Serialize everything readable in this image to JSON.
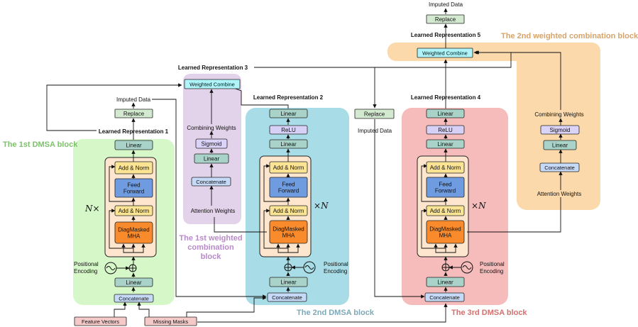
{
  "blocks": {
    "dmsa1": "The 1st DMSA block",
    "dmsa2": "The 2nd DMSA block",
    "dmsa3": "The 3rd DMSA block",
    "wc1_l1": "The 1st weighted",
    "wc1_l2": "combination",
    "wc1_l3": "block",
    "wc2": "The 2nd weighted combination block"
  },
  "layers": {
    "linear": "Linear",
    "add_norm": "Add & Norm",
    "feed": "Feed",
    "forward": "Forward",
    "diag_l1": "DiagMasked",
    "diag_l2": "MHA",
    "concatenate": "Concatenate",
    "relu": "ReLU",
    "sigmoid": "Sigmoid",
    "replace": "Replace",
    "weighted_combine": "Weighted Combine"
  },
  "texts": {
    "imputed_data": "Imputed Data",
    "lr1": "Learned Representation 1",
    "lr2": "Learned Representation 2",
    "lr3": "Learned Representation 3",
    "lr4": "Learned Representation 4",
    "lr5": "Learned Representation 5",
    "combining_weights": "Combining Weights",
    "attention_weights": "Attention Weights",
    "positional": "Positional",
    "encoding": "Encoding",
    "n_prefix": "N",
    "n_times": "×",
    "times_n": "×",
    "n_suffix": "N"
  },
  "inputs": {
    "feature_vectors": "Feature Vectors",
    "missing_masks": "Missing Masks"
  },
  "colors": {
    "dmsa1_bg": "#d6f7c8",
    "dmsa2_bg": "#a8dce6",
    "dmsa3_bg": "#f6bcbc",
    "wc1_bg": "#e3d3ea",
    "wc2_bg": "#fbd9aa",
    "dmsa1_text": "#7cc26a",
    "dmsa2_text": "#7fa8b6",
    "dmsa3_text": "#d4706e",
    "wc1_text": "#b88ac9",
    "wc2_text": "#d6a46a",
    "linear": "#a9d3c8",
    "add_norm": "#fbe494",
    "feed_forward": "#6f9be0",
    "diag_mha": "#f98b2c",
    "concatenate": "#c6daf8",
    "relu": "#d7d1f8",
    "sigmoid": "#dcd3f9",
    "replace": "#d4ead0",
    "weighted_combine": "#aef4f8",
    "input_box": "#f6c9c9",
    "encoder_bg": "#fde6cd"
  }
}
